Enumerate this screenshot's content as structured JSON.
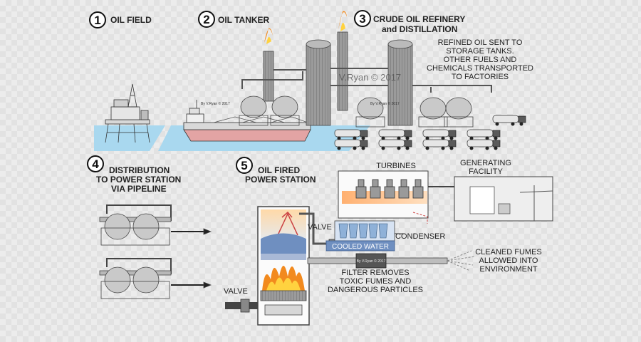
{
  "steps": [
    {
      "number": "1",
      "title_lines": [
        "OIL FIELD"
      ]
    },
    {
      "number": "2",
      "title_lines": [
        "OIL TANKER"
      ]
    },
    {
      "number": "3",
      "title_lines": [
        "CRUDE OIL REFINERY",
        "and DISTILLATION"
      ]
    },
    {
      "number": "4",
      "title_lines": [
        "DISTRIBUTION",
        "TO POWER STATION",
        "VIA PIPELINE"
      ]
    },
    {
      "number": "5",
      "title_lines": [
        "OIL FIRED",
        "POWER STATION"
      ]
    }
  ],
  "refinery_note": [
    "REFINED OIL SENT TO",
    "STORAGE TANKS.",
    "OTHER FUELS AND",
    "CHEMICALS TRANSPORTED",
    "TO FACTORIES"
  ],
  "watermark": "V.Ryan © 2017",
  "small_credit": "By V.Ryan © 2017",
  "power_station": {
    "turbines": "TURBINES",
    "generating": [
      "GENERATING",
      "FACILITY"
    ],
    "valve_top": "VALVE",
    "condenser": "CONDENSER",
    "cooled_water": "COOLED WATER",
    "filter": [
      "FILTER REMOVES",
      "TOXIC FUMES AND",
      "DANGEROUS PARTICLES"
    ],
    "fumes": [
      "CLEANED FUMES",
      "ALLOWED INTO",
      "ENVIRONMENT"
    ],
    "valve_bottom": "VALVE",
    "filter_credit": "By V.Ryan © 2017"
  },
  "colors": {
    "water": "#a9d8ef",
    "metal": "#9a9a9a",
    "dark_metal": "#6b6b6b",
    "flame": "#f28a1e",
    "flame_core": "#ffd23f",
    "ship_hull": "#e3a4a4",
    "cooled_water": "#6f8fc0"
  }
}
